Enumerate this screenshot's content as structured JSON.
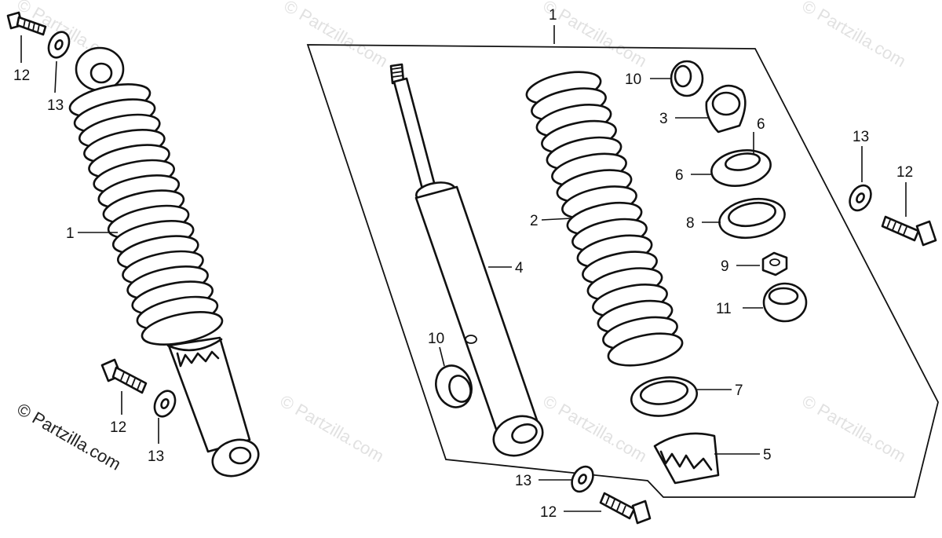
{
  "watermark_text": "© Partzilla.com",
  "copyright_text": "© Partzilla.com",
  "callouts": {
    "assembly_top": "1",
    "assembly_left": "1",
    "spring": "2",
    "upper_joint": "3",
    "damper": "4",
    "spring_guide": "5",
    "spring_seat_a": "6",
    "spring_seat_b": "6",
    "lower_seat": "7",
    "upper_seat": "8",
    "nut": "9",
    "bushing_top": "10",
    "bushing_lower": "10",
    "rubber_bushing": "11",
    "bolt_top_left": "12",
    "washer_top_left": "13",
    "bolt_mid_left": "12",
    "washer_mid_left": "13",
    "bolt_bottom": "12",
    "washer_bottom": "13",
    "bolt_right": "12",
    "washer_right": "13"
  }
}
